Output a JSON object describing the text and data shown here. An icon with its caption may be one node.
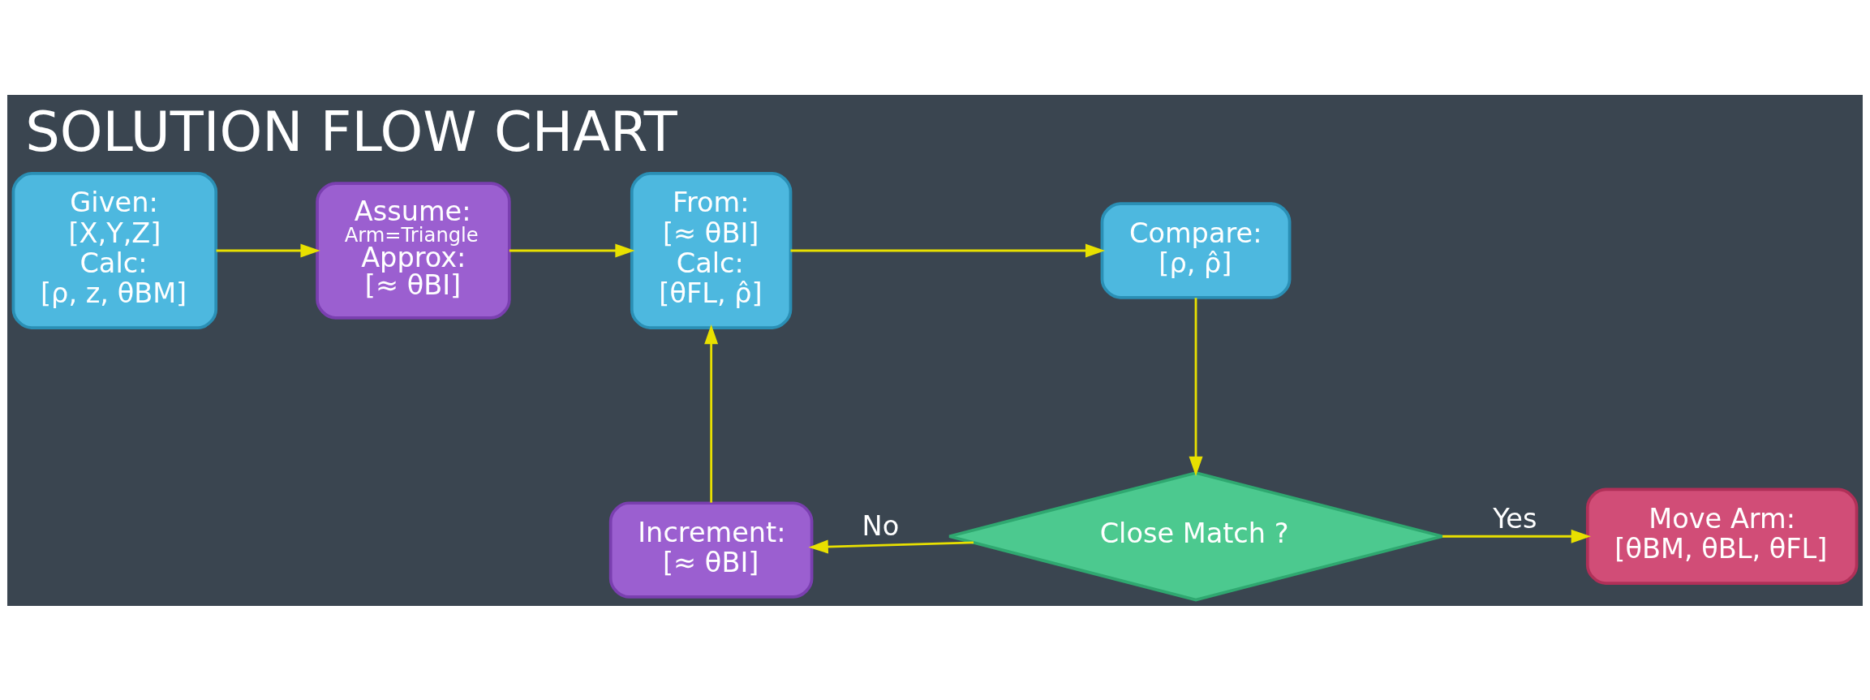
{
  "diagram": {
    "title": "SOLUTION FLOW CHART",
    "nodes": [
      {
        "text": [
          "Given:",
          "[X,Y,Z]",
          "Calc:",
          "[ρ, z, θBM]"
        ]
      },
      {
        "text": [
          "Assume:",
          "Arm=Triangle",
          "Approx:",
          "[≈ θBI]"
        ]
      },
      {
        "text": [
          "From:",
          "[≈ θBI]",
          "Calc:",
          "[θFL, ρ̂]"
        ]
      },
      {
        "text": [
          "Compare:",
          "[ρ, ρ̂]"
        ]
      },
      {
        "text": [
          "Close Match ?"
        ]
      },
      {
        "text": [
          "Increment:",
          "[≈ θBI]"
        ]
      },
      {
        "text": [
          "Move Arm:",
          "[θBM, θBL, θFL]"
        ]
      }
    ],
    "edges": [
      {
        "from": 0,
        "to": 1,
        "arrow": "to"
      },
      {
        "from": 1,
        "to": 2,
        "arrow": "to"
      },
      {
        "from": 2,
        "to": 3,
        "arrow": "to"
      },
      {
        "from": 3,
        "to": 4,
        "arrow": "to"
      },
      {
        "from": 4,
        "to": 5,
        "arrow": "to",
        "label": "No"
      },
      {
        "from": 4,
        "to": 6,
        "arrow": "to",
        "label": "Yes"
      },
      {
        "from": 5,
        "to": 2,
        "arrow": "to"
      }
    ]
  }
}
